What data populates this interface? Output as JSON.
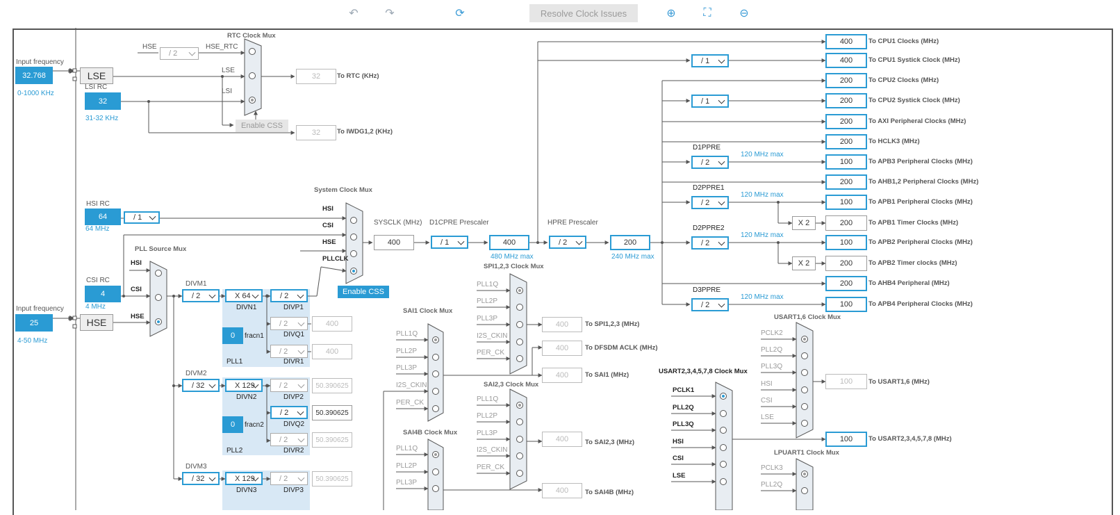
{
  "toolbar": {
    "undo_icon": "undo-icon",
    "redo_icon": "redo-icon",
    "refresh_icon": "refresh-icon",
    "resolve_label": "Resolve Clock Issues",
    "zoom_in_icon": "zoom-in-icon",
    "fit_icon": "fit-icon",
    "zoom_out_icon": "zoom-out-icon"
  },
  "inputs": {
    "lse_freq_label": "Input frequency",
    "lse_freq": "32.768",
    "lse_range": "0-1000 KHz",
    "lse": "LSE",
    "lsi_label": "LSI RC",
    "lsi": "32",
    "lsi_range": "31-32 KHz",
    "hsi_label": "HSI RC",
    "hsi": "64",
    "hsi_range": "64 MHz",
    "hsi_div": "/ 1",
    "csi_label": "CSI RC",
    "csi": "4",
    "csi_range": "4 MHz",
    "hse_freq_label": "Input frequency",
    "hse_freq": "25",
    "hse_range": "4-50 MHz",
    "hse": "HSE"
  },
  "rtc": {
    "title": "RTC Clock Mux",
    "hse": "HSE",
    "hse_div": "/ 2",
    "hse_rtc": "HSE_RTC",
    "lse": "LSE",
    "lsi": "LSI",
    "enable_css": "Enable CSS",
    "rtc_val": "32",
    "rtc_out": "To RTC (KHz)",
    "iwdg_val": "32",
    "iwdg_out": "To IWDG1,2 (KHz)"
  },
  "sysmux": {
    "title": "System Clock Mux",
    "hsi": "HSI",
    "csi": "CSI",
    "hse": "HSE",
    "pllclk": "PLLCLK",
    "enable_css": "Enable CSS"
  },
  "pllsrc": {
    "title": "PLL Source Mux",
    "hsi": "HSI",
    "csi": "CSI",
    "hse": "HSE"
  },
  "pll1": {
    "divm_label": "DIVM1",
    "divm": "/ 2",
    "divn": "X 64",
    "divn_label": "DIVN1",
    "divp": "/ 2",
    "divp_label": "DIVP1",
    "divq": "/ 2",
    "divq_label": "DIVQ1",
    "divq_val": "400",
    "fracn": "0",
    "fracn_label": "fracn1",
    "divr": "/ 2",
    "divr_label": "DIVR1",
    "divr_val": "400",
    "name": "PLL1"
  },
  "pll2": {
    "divm_label": "DIVM2",
    "divm": "/ 32",
    "divn": "X 129",
    "divn_label": "DIVN2",
    "divp": "/ 2",
    "divp_label": "DIVP2",
    "divp_val": "50.390625",
    "divq": "/ 2",
    "divq_label": "DIVQ2",
    "divq_val": "50.390625",
    "fracn": "0",
    "fracn_label": "fracn2",
    "divr": "/ 2",
    "divr_label": "DIVR2",
    "divr_val": "50.390625",
    "name": "PLL2"
  },
  "pll3": {
    "divm_label": "DIVM3",
    "divm": "/ 32",
    "divn": "X 129",
    "divn_label": "DIVN3",
    "divp": "/ 2",
    "divp_label": "DIVP3",
    "divp_val": "50.390625"
  },
  "sys": {
    "sysclk_label": "SYSCLK (MHz)",
    "sysclk": "400",
    "d1cpre_label": "D1CPRE Prescaler",
    "d1cpre": "/ 1",
    "d1cpre_val": "400",
    "d1cpre_max": "480 MHz max",
    "hpre_label": "HPRE Prescaler",
    "hpre": "/ 2",
    "hpre_val": "200",
    "hpre_max": "240 MHz max"
  },
  "outputs": [
    {
      "val": "400",
      "label": "To CPU1 Clocks (MHz)"
    },
    {
      "val": "400",
      "label": "To CPU1 Systick Clock (MHz)",
      "div": "/ 1"
    },
    {
      "val": "200",
      "label": "To CPU2 Clocks (MHz)"
    },
    {
      "val": "200",
      "label": "To CPU2 Systick Clock (MHz)",
      "div": "/ 1"
    },
    {
      "val": "200",
      "label": "To AXI Peripheral Clocks (MHz)"
    },
    {
      "val": "200",
      "label": "To HCLK3 (MHz)"
    },
    {
      "val": "100",
      "label": "To APB3 Peripheral Clocks (MHz)",
      "div": "/ 2",
      "pre": "D1PPRE",
      "max": "120 MHz max"
    },
    {
      "val": "200",
      "label": "To AHB1,2 Peripheral Clocks (MHz)"
    },
    {
      "val": "100",
      "label": "To APB1 Peripheral Clocks (MHz)",
      "div": "/ 2",
      "pre": "D2PPRE1",
      "max": "120 MHz max"
    },
    {
      "val": "200",
      "label": "To APB1 Timer Clocks (MHz)",
      "mul": "X 2"
    },
    {
      "val": "100",
      "label": "To APB2 Peripheral Clocks (MHz)",
      "div": "/ 2",
      "pre": "D2PPRE2",
      "max": "120 MHz max"
    },
    {
      "val": "200",
      "label": "To APB2 Timer clocks (MHz)",
      "mul": "X 2"
    },
    {
      "val": "200",
      "label": "To AHB4 Peripheral (MHz)"
    },
    {
      "val": "100",
      "label": "To APB4 Peripheral Clocks (MHz)",
      "div": "/ 2",
      "pre": "D3PPRE",
      "max": "120 MHz max"
    }
  ],
  "spi": {
    "title": "SPI1,2,3 Clock Mux",
    "in": [
      "PLL1Q",
      "PLL2P",
      "PLL3P",
      "I2S_CKIN",
      "PER_CK"
    ],
    "val": "400",
    "out": "To SPI1,2,3 (MHz)",
    "dfsdm_val": "400",
    "dfsdm_out": "To DFSDM ACLK (MHz)"
  },
  "sai1": {
    "title": "SAI1 Clock Mux",
    "in": [
      "PLL1Q",
      "PLL2P",
      "PLL3P",
      "I2S_CKIN",
      "PER_CK"
    ],
    "val": "400",
    "out": "To SAI1 (MHz)"
  },
  "sai23": {
    "title": "SAI2,3 Clock Mux",
    "in": [
      "PLL1Q",
      "PLL2P",
      "PLL3P",
      "I2S_CKIN",
      "PER_CK"
    ],
    "val": "400",
    "out": "To SAI2,3 (MHz)"
  },
  "sai4b": {
    "title": "SAI4B Clock Mux",
    "in": [
      "PLL1Q",
      "PLL2P",
      "PLL3P"
    ],
    "val": "400",
    "out": "To SAI4B (MHz)"
  },
  "usart234": {
    "title": "USART2,3,4,5,7,8 Clock Mux",
    "in": [
      "PCLK1",
      "PLL2Q",
      "PLL3Q",
      "HSI",
      "CSI",
      "LSE"
    ],
    "val": "100",
    "out": "To USART2,3,4,5,7,8 (MHz)"
  },
  "usart16": {
    "title": "USART1,6 Clock Mux",
    "in": [
      "PCLK2",
      "PLL2Q",
      "PLL3Q",
      "HSI",
      "CSI",
      "LSE"
    ],
    "val": "100",
    "out": "To USART1,6 (MHz)"
  },
  "lpuart": {
    "title": "LPUART1 Clock Mux",
    "in": [
      "PCLK3",
      "PLL2Q"
    ]
  }
}
